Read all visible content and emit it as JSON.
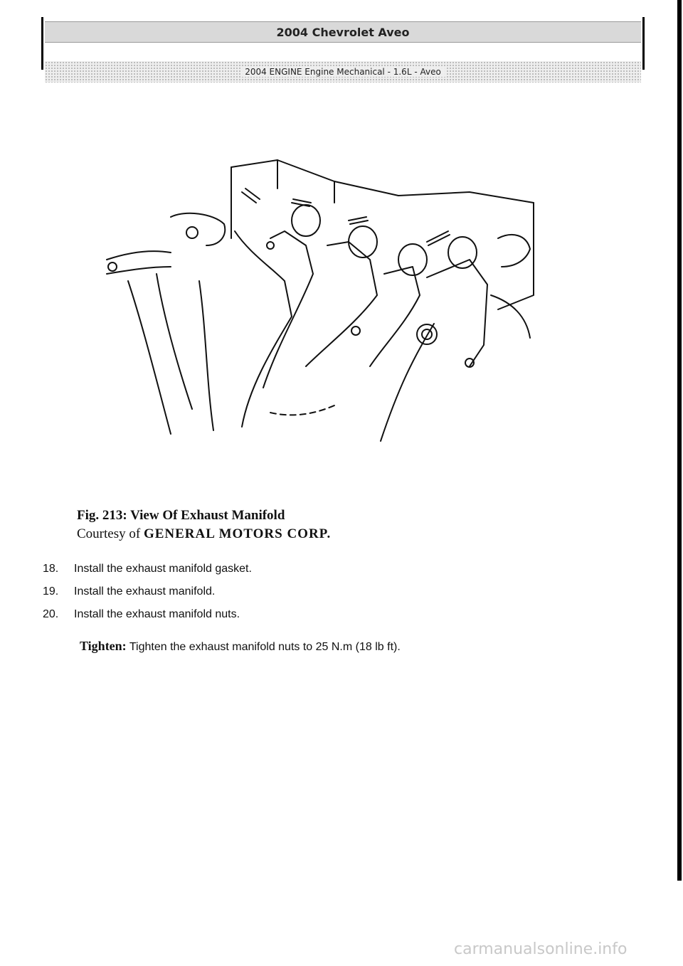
{
  "header": {
    "title": "2004 Chevrolet Aveo",
    "subtitle": "2004 ENGINE Engine Mechanical - 1.6L - Aveo"
  },
  "figure": {
    "title": "Fig. 213: View Of Exhaust Manifold",
    "courtesy_prefix": "Courtesy of",
    "courtesy_company": "GENERAL MOTORS CORP."
  },
  "steps": [
    {
      "number": "18.",
      "text": "Install the exhaust manifold gasket."
    },
    {
      "number": "19.",
      "text": "Install the exhaust manifold."
    },
    {
      "number": "20.",
      "text": "Install the exhaust manifold nuts."
    }
  ],
  "tighten": {
    "label": "Tighten:",
    "text": "Tighten the exhaust manifold nuts to 25 N.m (18 lb ft)."
  },
  "watermark": "carmanualsonline.info"
}
